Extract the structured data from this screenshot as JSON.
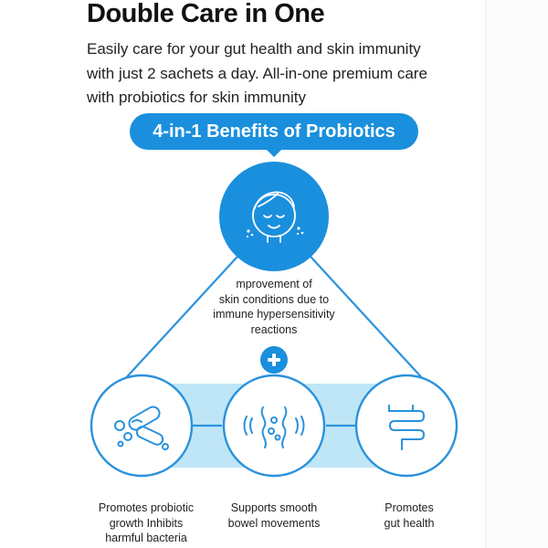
{
  "header": {
    "title": "Double Care in One",
    "subtitle_lines": [
      "Easily care for your gut health and skin immunity",
      "with just 2 sachets a day. All-in-one premium care",
      "with probiotics for skin immunity"
    ]
  },
  "banner": {
    "label": "4-in-1 Benefits of Probiotics"
  },
  "benefits": {
    "top": {
      "icon": "face-icon",
      "lines": [
        "mprovement of",
        "skin conditions due to",
        "immune hypersensitivity",
        "reactions"
      ]
    },
    "plus_icon": "plus-icon",
    "left": {
      "icon": "bacteria-icon",
      "lines": [
        "Promotes probiotic",
        "growth Inhibits",
        "harmful bacteria"
      ]
    },
    "middle": {
      "icon": "bowel-movement-icon",
      "lines": [
        "Supports smooth",
        "bowel movements"
      ]
    },
    "right": {
      "icon": "intestine-icon",
      "lines": [
        "Promotes",
        "gut health"
      ]
    }
  },
  "colors": {
    "accent": "#1a8fdd",
    "line": "#2a92dc",
    "band": "#bfe6f7",
    "circle_fill": "#ffffff",
    "text": "#222222"
  }
}
